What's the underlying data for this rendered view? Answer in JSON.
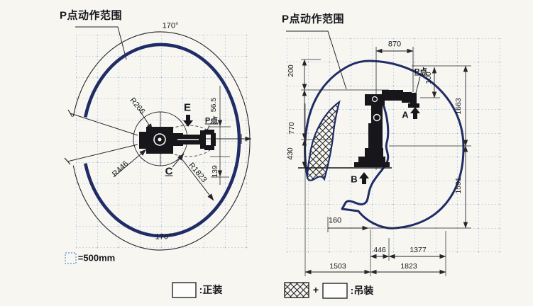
{
  "colors": {
    "envelope_navy": "#202c66",
    "grid_blue": "#7fa8da",
    "line_black": "#26262a",
    "paper": "#f7f6f1"
  },
  "left_diagram": {
    "title": "P点动作范围",
    "angle_top": "170°",
    "angle_bottom": "170°",
    "radius_inner": "R266",
    "radius_mid": "R446",
    "radius_outer": "R1823",
    "label_e": "E",
    "label_c": "C",
    "p_point": "P点",
    "dim_offset_up": "56.5",
    "dim_offset_down": "139",
    "grid_scale": "=500mm"
  },
  "right_diagram": {
    "title": "P点动作范围",
    "p_point": "P点",
    "label_a": "A",
    "label_b": "B",
    "dim_870": "870",
    "dim_100": "100",
    "dim_1663": "1663",
    "dim_1591": "1591",
    "dim_200": "200",
    "dim_770": "770",
    "dim_430": "430",
    "dim_160": "160",
    "dim_446": "446",
    "dim_1377": "1377",
    "dim_1503": "1503",
    "dim_1823": "1823"
  },
  "legend": {
    "normal": ":正装",
    "plus": "+",
    "suspended": ":吊装"
  }
}
